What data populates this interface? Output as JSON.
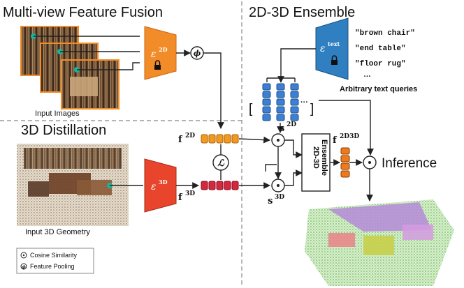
{
  "sections": {
    "multiview": "Multi-view Feature Fusion",
    "distill": "3D Distillation",
    "ensemble": "2D-3D Ensemble"
  },
  "labels": {
    "input_images": "Input Images",
    "input_geometry": "Input 3D Geometry",
    "arbitrary_queries": "Arbitrary text queries",
    "inference": "Inference",
    "ensemble_box": [
      "2D-3D",
      "Ensemble"
    ]
  },
  "encoders": {
    "e2d": {
      "symbol": "ε",
      "sup": "2D"
    },
    "e3d": {
      "symbol": "ε",
      "sup": "3D"
    },
    "etext": {
      "symbol": "ε",
      "sup": "text"
    }
  },
  "features": {
    "f2d": {
      "base": "f",
      "sup": "2D"
    },
    "f3d": {
      "base": "f",
      "sup": "3D"
    },
    "f2d3d": {
      "base": "f",
      "sup": "2D3D"
    },
    "s2d": {
      "base": "s",
      "sup": "2D"
    },
    "s3d": {
      "base": "s",
      "sup": "3D"
    }
  },
  "symbols": {
    "pooling": "ϕ",
    "loss": "ℒ",
    "ellipsis": "···",
    "query_ellipsis": "…"
  },
  "text_queries": [
    "\"brown chair\"",
    "\"end table\"",
    "\"floor rug\""
  ],
  "legend": {
    "cosine": "Cosine Similarity",
    "pooling": "Feature Pooling"
  },
  "colors": {
    "encoder2d": "#f28c28",
    "encoder3d": "#e8452c",
    "encoder_text": "#2f7fc1",
    "feat2d": "#f39a1e",
    "feat3d": "#d7263d",
    "text_vec": "#3b7fd6",
    "ensemble_vec": "#f07a1a"
  }
}
